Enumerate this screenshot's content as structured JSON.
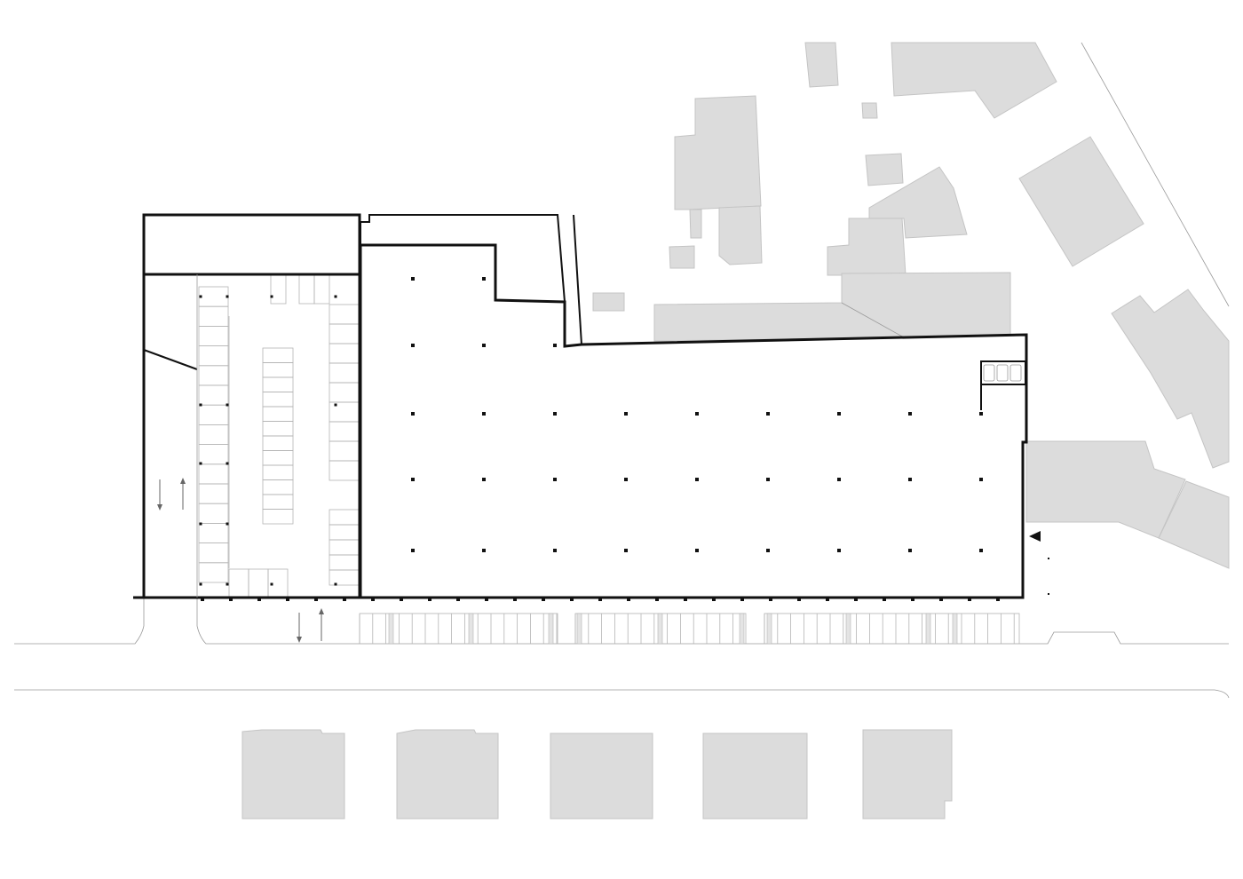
{
  "drawing": {
    "type": "site-plan",
    "colors": {
      "neighbour_fill": "#dcdcdc",
      "neighbour_stroke": "#c4c4c4",
      "wall": "#111111",
      "thin_line": "#9a9a9a",
      "arrow": "#666666"
    },
    "elements": {
      "neighbour_buildings": "neighbour-building",
      "main_hall": "main-building-hall",
      "parking_garage": "parking-garage",
      "street_parking": "street-parking-row",
      "columns": "structural-column",
      "entrance_marker": "entrance-triangle-icon",
      "traffic_arrows": "traffic-direction-arrow-icon"
    }
  }
}
